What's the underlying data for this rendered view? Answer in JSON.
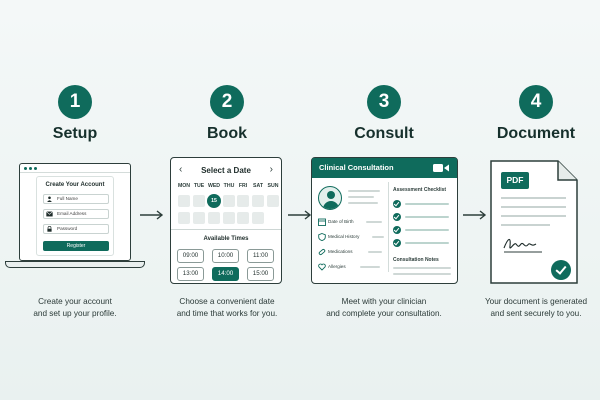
{
  "steps": [
    {
      "number": "1",
      "title": "Setup",
      "desc_line1": "Create your account",
      "desc_line2": "and set up your profile."
    },
    {
      "number": "2",
      "title": "Book",
      "desc_line1": "Choose a convenient date",
      "desc_line2": "and time that works for you."
    },
    {
      "number": "3",
      "title": "Consult",
      "desc_line1": "Meet with your clinician",
      "desc_line2": "and complete your consultation."
    },
    {
      "number": "4",
      "title": "Document",
      "desc_line1": "Your document is generated",
      "desc_line2": "and sent securely to you."
    }
  ],
  "setup": {
    "form_title": "Create Your Account",
    "full_name_placeholder": "Full Name",
    "email_placeholder": "Email Address",
    "password_placeholder": "Password",
    "register_label": "Register"
  },
  "book": {
    "title": "Select a Date",
    "prev_icon": "chevron-left-icon",
    "next_icon": "chevron-right-icon",
    "weekdays": [
      "MON",
      "TUE",
      "WED",
      "THU",
      "FRI",
      "SAT",
      "SUN"
    ],
    "selected_day": "15",
    "available_label": "Available Times",
    "times": [
      "09:00",
      "10:00",
      "11:00",
      "13:00",
      "14:00",
      "15:00"
    ],
    "selected_time": "14:00"
  },
  "consult": {
    "header_title": "Clinical Consultation",
    "camera_icon": "video-camera-icon",
    "info_rows": [
      "Date of Birth",
      "Medical History",
      "Medications",
      "Allergies"
    ],
    "checklist_title": "Assessment Checklist",
    "notes_title": "Consultation Notes"
  },
  "document": {
    "badge": "PDF",
    "signature_icon": "signature-icon",
    "status_icon": "check-circle-icon"
  },
  "colors": {
    "accent": "#0f6b5c",
    "outline": "#2d3e3b",
    "background": "#eef4f3"
  }
}
